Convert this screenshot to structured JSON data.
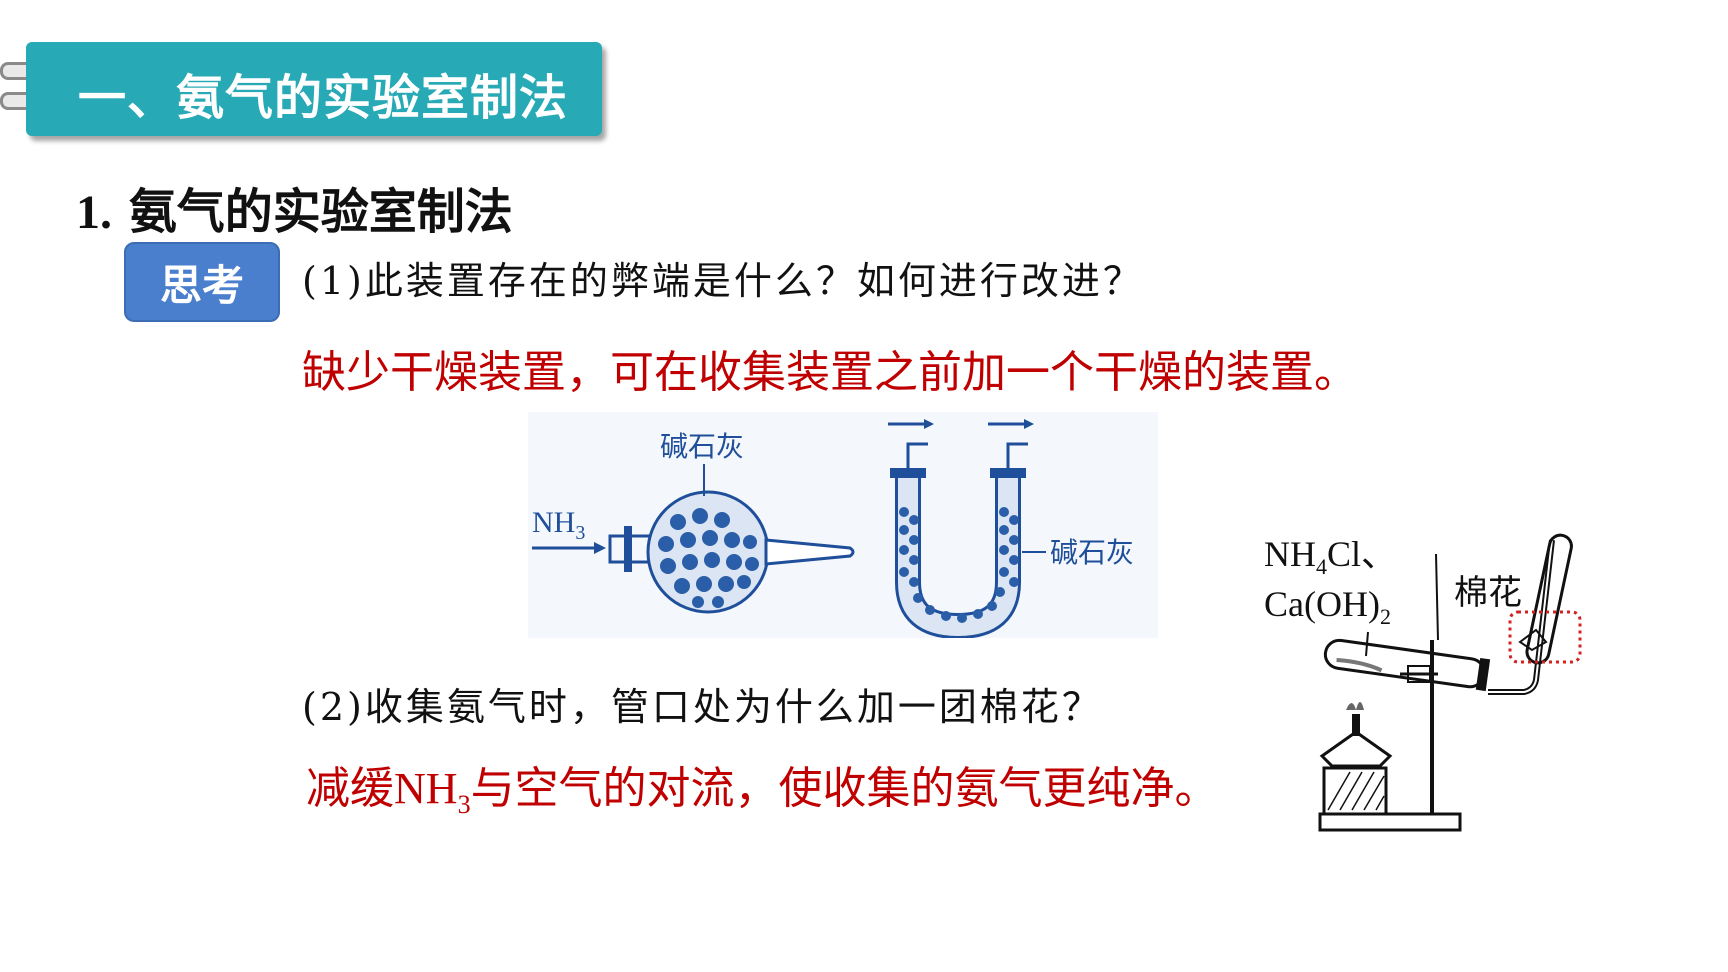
{
  "banner": {
    "title": "一、氨气的实验室制法"
  },
  "section": {
    "number": "1.",
    "title": "氨气的实验室制法"
  },
  "badge": {
    "label": "思考"
  },
  "question1": "(1)此装置存在的弊端是什么？如何进行改进？",
  "answer1": "缺少干燥装置，可在收集装置之前加一个干燥的装置。",
  "question2": "(2)收集氨气时，管口处为什么加一团棉花？",
  "answer2": {
    "before": "减缓",
    "formula": "NH",
    "subscript": "3",
    "after": "与空气的对流，使收集的氨气更纯净。"
  },
  "figure_drying": {
    "gas_label": "NH",
    "gas_sub": "3",
    "agent_label_1": "碱石灰",
    "agent_label_2": "碱石灰"
  },
  "figure_apparatus": {
    "reagent_line1": "NH",
    "reagent_line1_sub": "4",
    "reagent_line1_rest": "Cl、",
    "reagent_line2": "Ca(OH)",
    "reagent_line2_sub": "2",
    "cotton_label": "棉花"
  },
  "colors": {
    "banner": "#27a9b6",
    "badge": "#4a7fce",
    "answer": "#c00000",
    "figure": "#1f4f9a"
  }
}
